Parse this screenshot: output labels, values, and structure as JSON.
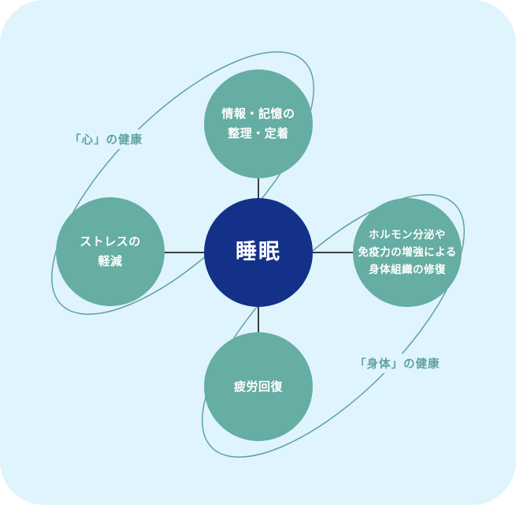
{
  "colors": {
    "background": "#dff4fd",
    "center_node": "#14318a",
    "outer_node": "#66ada3",
    "group_outline": "#5fa39b",
    "connector": "#3a3f4a",
    "text_on_node": "#ffffff"
  },
  "center": {
    "label": "睡眠"
  },
  "nodes": [
    {
      "id": "top",
      "label": "情報・記憶の\n整理・定着"
    },
    {
      "id": "left",
      "label": "ストレスの\n軽減"
    },
    {
      "id": "right",
      "label": "ホルモン分泌や\n免疫力の増強による\n身体組織の修復"
    },
    {
      "id": "bottom",
      "label": "疲労回復"
    }
  ],
  "groups": [
    {
      "id": "mind",
      "label": "「心」の健康",
      "members": [
        "top",
        "left"
      ]
    },
    {
      "id": "body",
      "label": "「身体」の健康",
      "members": [
        "right",
        "bottom"
      ]
    }
  ]
}
